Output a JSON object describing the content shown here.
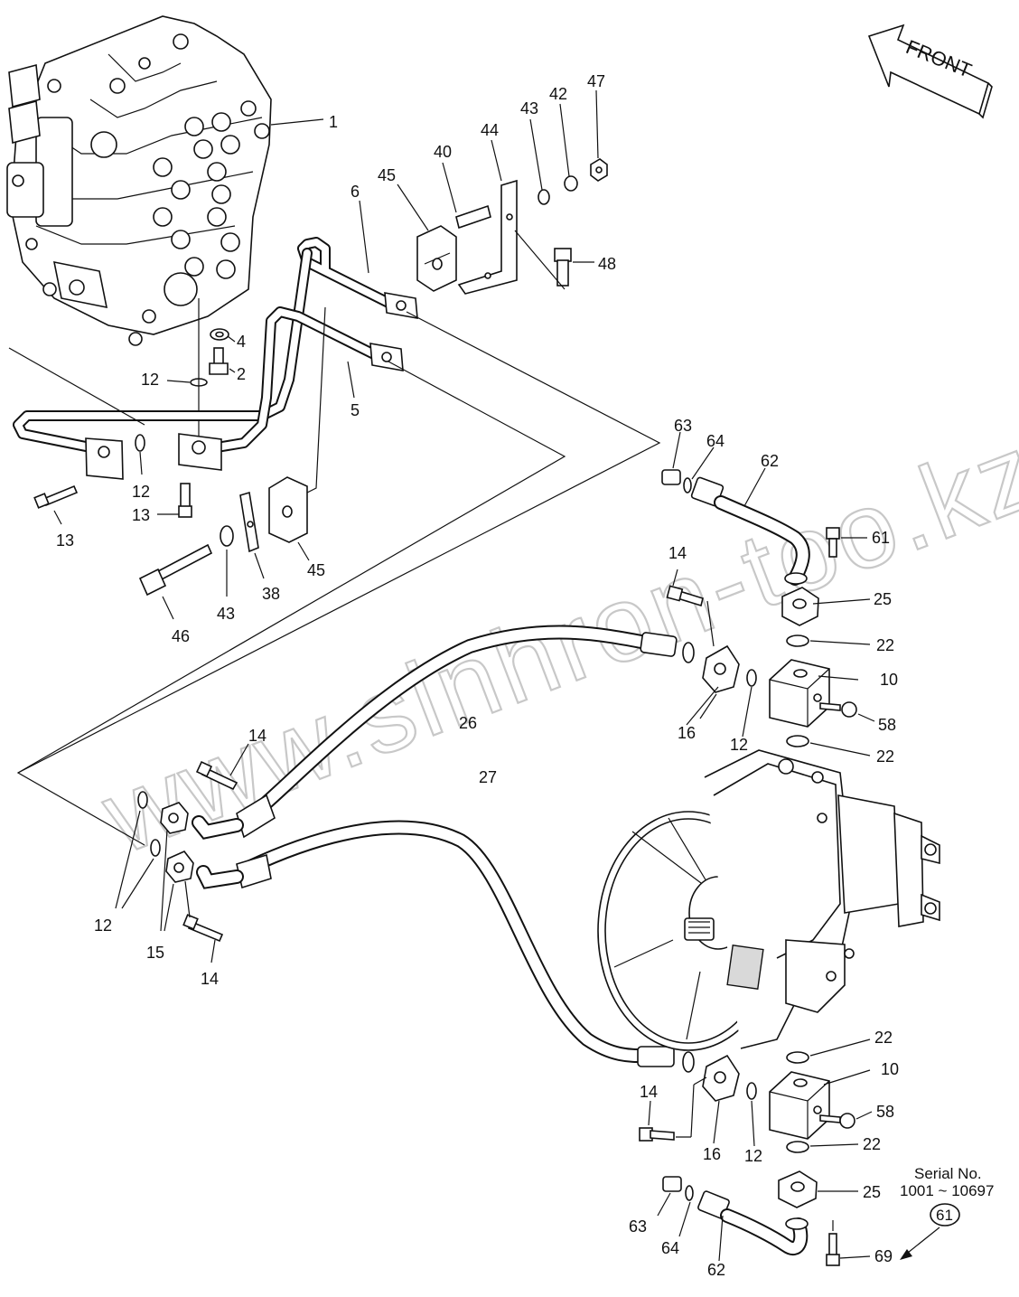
{
  "watermark": "www.sinhron-too.kz",
  "front_label": "FRONT",
  "serial": {
    "title": "Serial No.",
    "range": "1001 ~ 10697",
    "ref": "61"
  },
  "labels": {
    "l1": "1",
    "l2": "2",
    "l4": "4",
    "l5": "5",
    "l6": "6",
    "l12a": "12",
    "l12b": "12",
    "l13a": "13",
    "l13b": "13",
    "l45a": "45",
    "l40": "40",
    "l44": "44",
    "l43a": "43",
    "l42": "42",
    "l47": "47",
    "l48": "48",
    "l38": "38",
    "l45b": "45",
    "l43b": "43",
    "l46": "46",
    "l63a": "63",
    "l64a": "64",
    "l62a": "62",
    "l61": "61",
    "l25a": "25",
    "l22a": "22",
    "l10a": "10",
    "l58a": "58",
    "l22b": "22",
    "l14a": "14",
    "l16a": "16",
    "l12c": "12",
    "l26": "26",
    "l14b": "14",
    "l27": "27",
    "l12d": "12",
    "l15": "15",
    "l14c": "14",
    "l22c": "22",
    "l10b": "10",
    "l58b": "58",
    "l22d": "22",
    "l25b": "25",
    "l14d": "14",
    "l16b": "16",
    "l12e": "12",
    "l63b": "63",
    "l64b": "64",
    "l62b": "62",
    "l69": "69"
  }
}
